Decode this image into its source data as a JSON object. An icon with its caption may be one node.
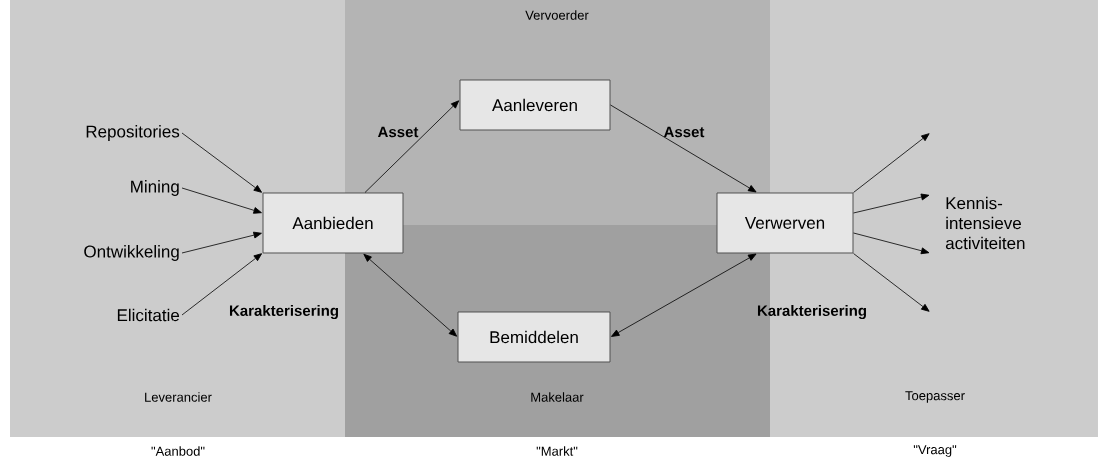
{
  "diagram": {
    "nodes": [
      {
        "text": [
          "Aanleveren"
        ]
      },
      {
        "text": [
          "Bemiddelen"
        ]
      },
      {
        "text": [
          "Repositories"
        ]
      },
      {
        "text": [
          "Mining"
        ]
      },
      {
        "text": [
          "Ontwikkeling"
        ]
      },
      {
        "text": [
          "Elicitatie"
        ]
      },
      {
        "text": [
          "Aanbieden"
        ]
      },
      {
        "text": [
          "Verwerven"
        ]
      }
    ],
    "edges": [
      {
        "from": 2,
        "to": 6,
        "arrow": "to"
      },
      {
        "from": 3,
        "to": 6,
        "arrow": "to"
      },
      {
        "from": 4,
        "to": 6,
        "arrow": "to"
      },
      {
        "from": 5,
        "to": 6,
        "arrow": "to"
      },
      {
        "from": 6,
        "to": 0,
        "arrow": "to",
        "label": "Asset"
      },
      {
        "from": 0,
        "to": 7,
        "arrow": "to",
        "label": "Asset"
      },
      {
        "from": 6,
        "to": 1,
        "arrow": "both",
        "label": "Karakterisering"
      },
      {
        "from": 7,
        "to": 1,
        "arrow": "both",
        "label": "Karakterisering"
      },
      {
        "from": 7,
        "to": null,
        "arrow": "to"
      },
      {
        "from": 7,
        "to": null,
        "arrow": "to"
      },
      {
        "from": 7,
        "to": null,
        "arrow": "to"
      },
      {
        "from": 7,
        "to": null,
        "arrow": "to"
      }
    ],
    "labels": [
      "Vervoerder",
      "Kennis- intensieve activiteiten",
      "Leverancier",
      "Makelaar",
      "Toepasser",
      "\"Aanbod\"",
      "\"Markt\"",
      "\"Vraag\""
    ]
  }
}
